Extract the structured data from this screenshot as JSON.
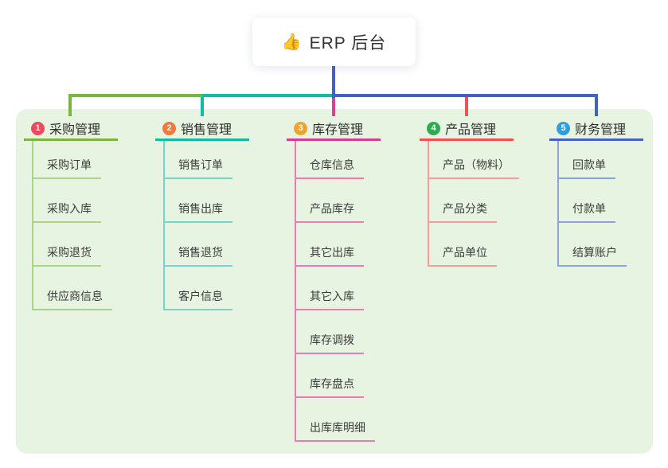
{
  "root": {
    "icon": "thumbs-up-icon",
    "icon_char": "👍",
    "title": "ERP 后台"
  },
  "panel": {
    "background": "#E8F4E2"
  },
  "connector": {
    "left_style": "background:#79B73C",
    "mid_style": "background:#12BBA5",
    "right_style": "background:#4161C6",
    "root_stem_style": "background:#4161C6"
  },
  "branches": [
    {
      "number": "1",
      "label": "采购管理",
      "badge_color": "#F1485C",
      "line_color": "#79B73C",
      "child_line_color": "#A9D489",
      "style_vars": "--main:#79B73C;--light:#A9D489;--badge:#F1485C",
      "drop_style": "background:#79B73C",
      "children": [
        "采购订单",
        "采购入库",
        "采购退货",
        "供应商信息"
      ]
    },
    {
      "number": "2",
      "label": "销售管理",
      "badge_color": "#F0793F",
      "line_color": "#12BBA5",
      "child_line_color": "#76D4C8",
      "style_vars": "--main:#12BBA5;--light:#76D4C8;--badge:#F0793F",
      "drop_style": "background:#12BBA5",
      "children": [
        "销售订单",
        "销售出库",
        "销售退货",
        "客户信息"
      ]
    },
    {
      "number": "3",
      "label": "库存管理",
      "badge_color": "#F0A42A",
      "line_color": "#D63C93",
      "child_line_color": "#EE7BB6",
      "style_vars": "--main:#D63C93;--light:#EE7BB6;--badge:#F0A42A",
      "drop_style": "background:#DB3F97",
      "children": [
        "仓库信息",
        "产品库存",
        "其它出库",
        "其它入库",
        "库存调拨",
        "库存盘点",
        "出库库明细"
      ]
    },
    {
      "number": "4",
      "label": "产品管理",
      "badge_color": "#2BAD4F",
      "line_color": "#F05250",
      "child_line_color": "#F79E9C",
      "style_vars": "--main:#F05250;--light:#F79E9C;--badge:#2BAD4F",
      "drop_style": "background:#F05250",
      "children": [
        "产品（物料）",
        "产品分类",
        "产品单位"
      ]
    },
    {
      "number": "5",
      "label": "财务管理",
      "badge_color": "#2E9FDB",
      "line_color": "#4161C6",
      "child_line_color": "#88A2DC",
      "style_vars": "--main:#4161C6;--light:#88A2DC;--badge:#2E9FDB",
      "drop_style": "background:#4161C6",
      "children": [
        "回款单",
        "付款单",
        "结算账户"
      ]
    }
  ]
}
